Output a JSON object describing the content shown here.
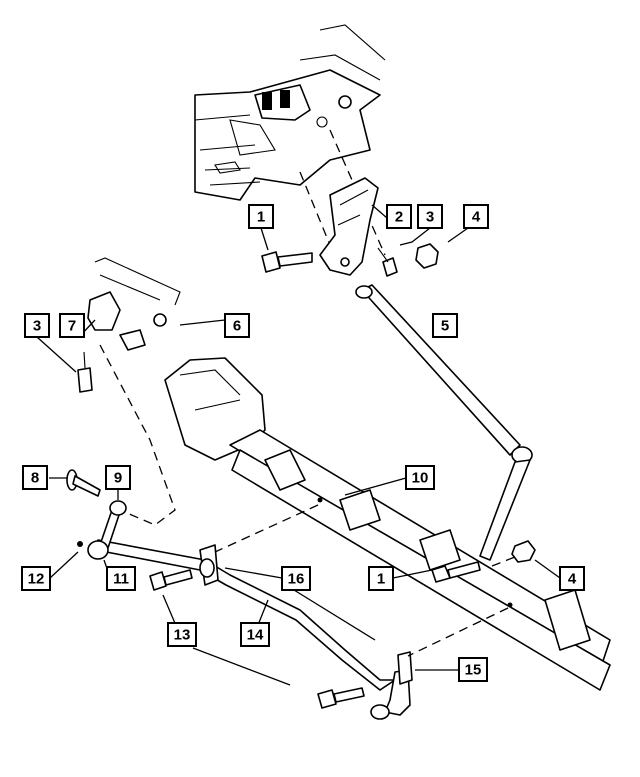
{
  "callouts": [
    {
      "id": "c1a",
      "label": "1"
    },
    {
      "id": "c2",
      "label": "2"
    },
    {
      "id": "c3a",
      "label": "3"
    },
    {
      "id": "c4a",
      "label": "4"
    },
    {
      "id": "c3b",
      "label": "3"
    },
    {
      "id": "c7",
      "label": "7"
    },
    {
      "id": "c6",
      "label": "6"
    },
    {
      "id": "c5",
      "label": "5"
    },
    {
      "id": "c8",
      "label": "8"
    },
    {
      "id": "c9",
      "label": "9"
    },
    {
      "id": "c10",
      "label": "10"
    },
    {
      "id": "c12",
      "label": "12"
    },
    {
      "id": "c11",
      "label": "11"
    },
    {
      "id": "c16",
      "label": "16"
    },
    {
      "id": "c1b",
      "label": "1"
    },
    {
      "id": "c4b",
      "label": "4"
    },
    {
      "id": "c13",
      "label": "13"
    },
    {
      "id": "c14",
      "label": "14"
    },
    {
      "id": "c15",
      "label": "15"
    }
  ]
}
